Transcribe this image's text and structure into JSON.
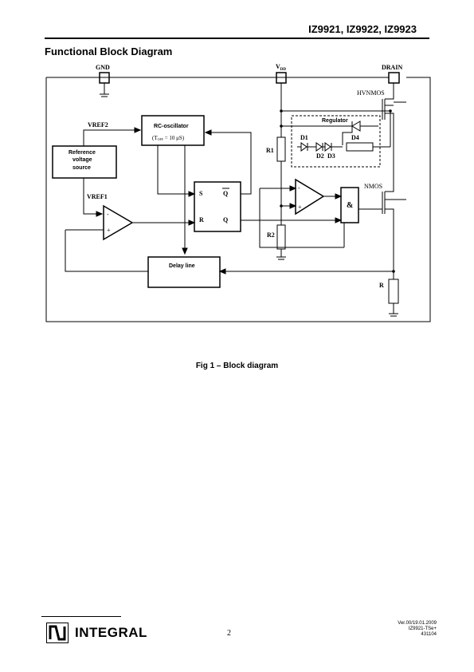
{
  "header": {
    "title": "IZ9921, IZ9922, IZ9923"
  },
  "section": {
    "heading": "Functional Block Diagram"
  },
  "diagram": {
    "pins": {
      "gnd": "GND",
      "vdd_main": "V",
      "vdd_sub": "DD",
      "drain": "DRAIN"
    },
    "blocks": {
      "rc_oscillator": "RC-oscillator",
      "toff_t": "(T",
      "toff_sub": "OFF",
      "toff_value": " = 10 μS)",
      "reference_line1": "Reference",
      "reference_line2": "voltage",
      "reference_line3": "source",
      "delay_line": "Delay line",
      "regulator": "Regulator",
      "and_gate": "&"
    },
    "flipflop": {
      "s": "S",
      "r": "R",
      "q_bar": "Q",
      "q": "Q"
    },
    "labels": {
      "vref2": "VREF2",
      "vref1": "VREF1",
      "r1": "R1",
      "r2": "R2",
      "r": "R",
      "d1": "D1",
      "d2": "D2",
      "d3": "D3",
      "d4": "D4",
      "hvnmos": "HVNMOS",
      "nmos": "NMOS",
      "minus": "-",
      "plus": "+"
    }
  },
  "caption": "Fig 1 – Block diagram",
  "footer": {
    "logo_text": "INTEGRAL",
    "page_number": "2",
    "version_line1": "Ver.00/19.01.2009",
    "version_line2": "IZ9921-TSe+",
    "version_line3": "431104"
  }
}
